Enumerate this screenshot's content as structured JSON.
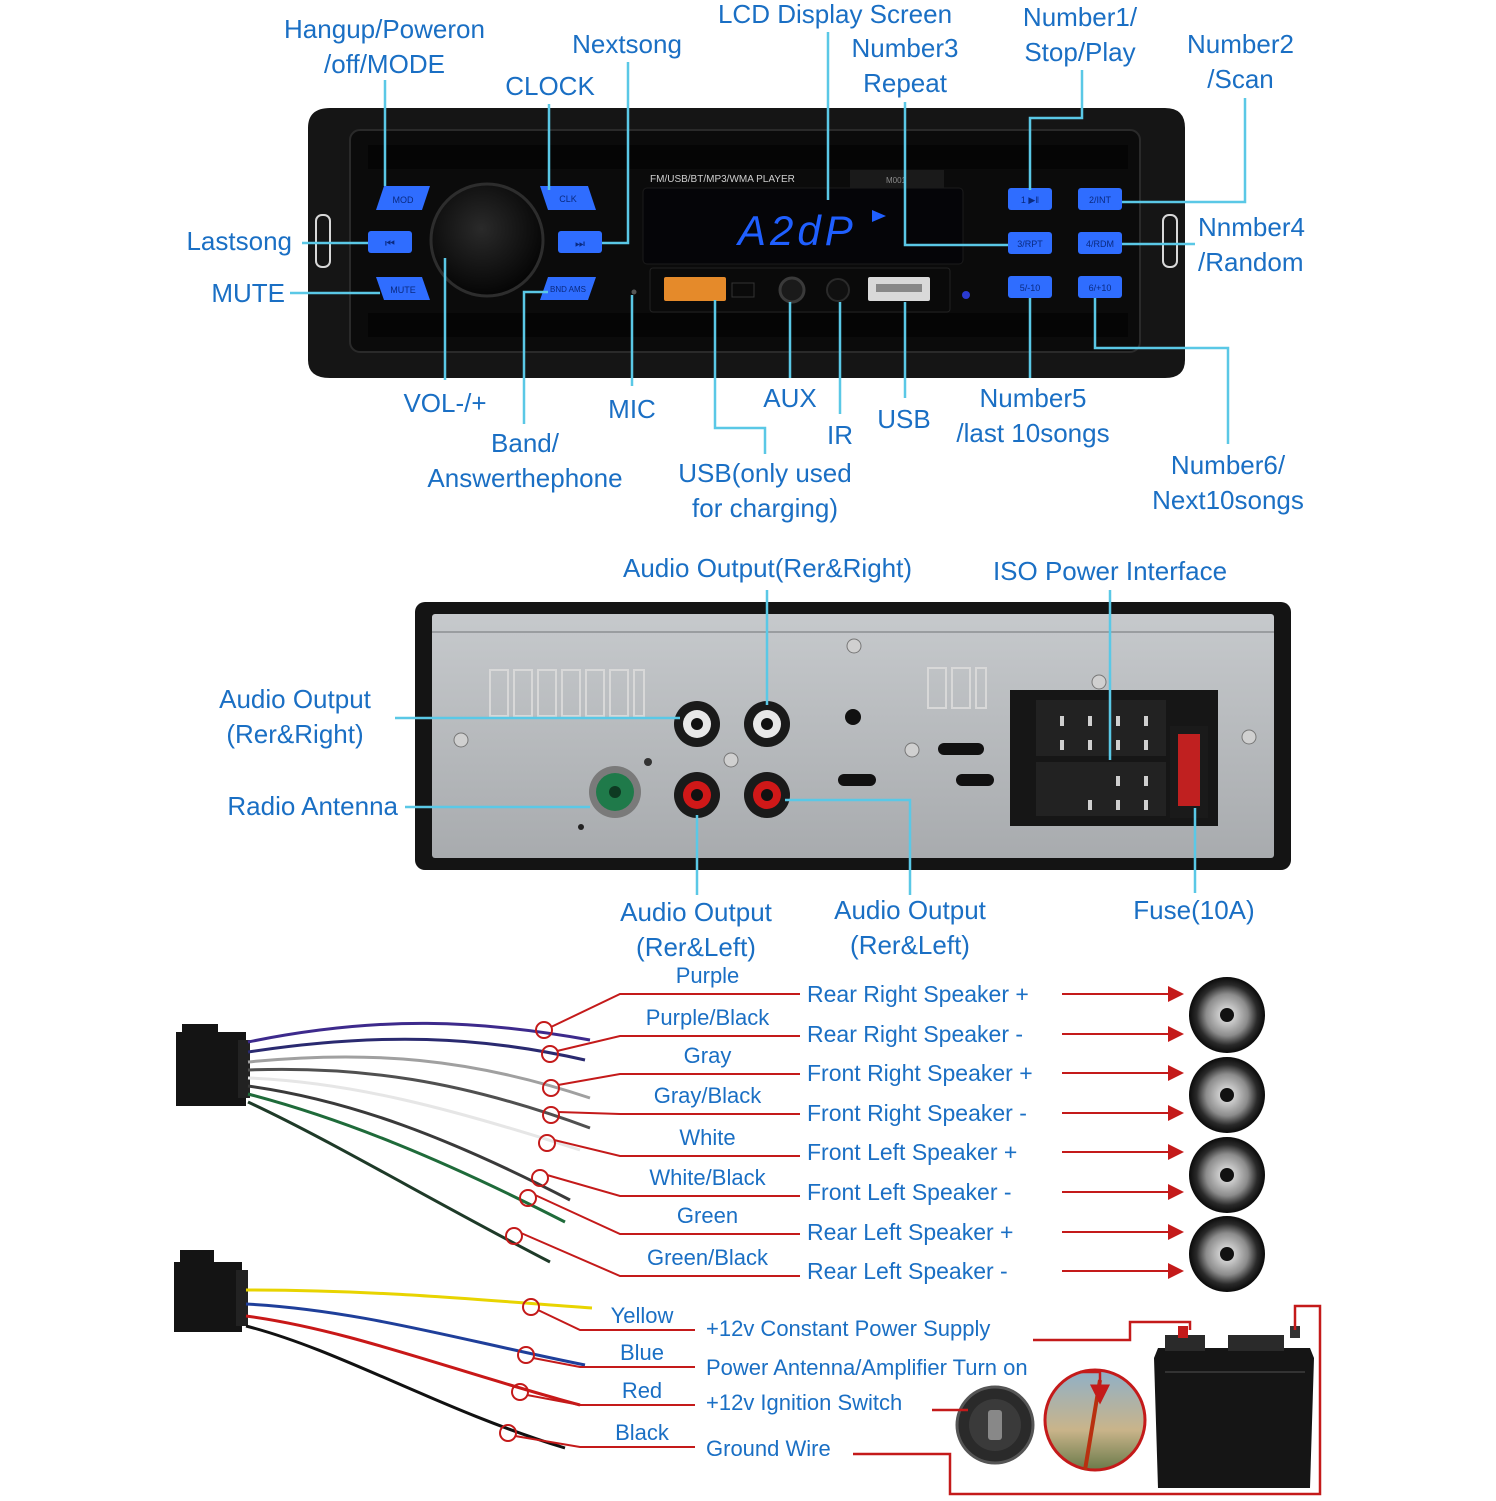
{
  "front_panel": {
    "model_text": "FM/USB/BT/MP3/WMA PLAYER",
    "model_badge": "M001",
    "display_text": "A2dP",
    "buttons": {
      "mode": "MOD",
      "clk": "CLK",
      "mute": "MUTE",
      "band": "BND AMS",
      "b1": "1 ▶‖",
      "b2": "2/INT",
      "b3": "3/RPT",
      "b4": "4/RDM",
      "b5": "5/-10",
      "b6": "6/+10"
    }
  },
  "front_labels": {
    "hangup": "Hangup/Poweron\n/off/MODE",
    "nextsong": "Nextsong",
    "lcd": "LCD Display Screen",
    "number3": "Number3\nRepeat",
    "number1": "Number1/\nStop/Play",
    "number2": "Number2\n/Scan",
    "clock": "CLOCK",
    "lastsong": "Lastsong",
    "mute": "MUTE",
    "number4": "Nnmber4\n/Random",
    "vol": "VOL-/+",
    "mic": "MIC",
    "aux": "AUX",
    "ir": "IR",
    "usb": "USB",
    "number5": "Number5\n/last 10songs",
    "band": "Band/\nAnswerthephone",
    "usb_charging": "USB(only used\nfor charging)",
    "number6": "Number6/\nNext10songs"
  },
  "rear_labels": {
    "audio_top": "Audio Output(Rer&Right)",
    "iso": "ISO Power Interface",
    "audio_left": "Audio Output\n(Rer&Right)",
    "radio_antenna": "Radio Antenna",
    "audio_bottom_1": "Audio Output\n(Rer&Left)",
    "audio_bottom_2": "Audio Output\n(Rer&Left)",
    "fuse": "Fuse(10A)"
  },
  "speaker_wires": [
    {
      "color_name": "Purple",
      "function": "Rear Right Speaker +",
      "hex": "#3d2a8c"
    },
    {
      "color_name": "Purple/Black",
      "function": "Rear Right Speaker -",
      "hex": "#2a2a70"
    },
    {
      "color_name": "Gray",
      "function": "Front Right Speaker +",
      "hex": "#a0a0a0"
    },
    {
      "color_name": "Gray/Black",
      "function": "Front Right Speaker -",
      "hex": "#505050"
    },
    {
      "color_name": "White",
      "function": "Front Left Speaker +",
      "hex": "#e6e6e6"
    },
    {
      "color_name": "White/Black",
      "function": "Front Left Speaker -",
      "hex": "#3a3a3a"
    },
    {
      "color_name": "Green",
      "function": "Rear Left Speaker +",
      "hex": "#1f6b3a"
    },
    {
      "color_name": "Green/Black",
      "function": "Rear Left Speaker -",
      "hex": "#1e3a28"
    }
  ],
  "power_wires": [
    {
      "color_name": "Yellow",
      "function": "+12v Constant Power Supply",
      "hex": "#e8d400"
    },
    {
      "color_name": "Blue",
      "function": "Power Antenna/Amplifier Turn on",
      "hex": "#1f3f9a"
    },
    {
      "color_name": "Red",
      "function": "+12v Ignition Switch",
      "hex": "#c81818"
    },
    {
      "color_name": "Black",
      "function": "Ground Wire",
      "hex": "#111111"
    }
  ],
  "colors": {
    "label_blue": "#1a6fc4",
    "leader_cyan": "#5ac8e6",
    "leader_red": "#c41a1a",
    "button_blue": "#2f6dff",
    "lcd_blue": "#1f5fff",
    "panel_black": "#121212",
    "rear_gray": "#b9bcbf"
  }
}
